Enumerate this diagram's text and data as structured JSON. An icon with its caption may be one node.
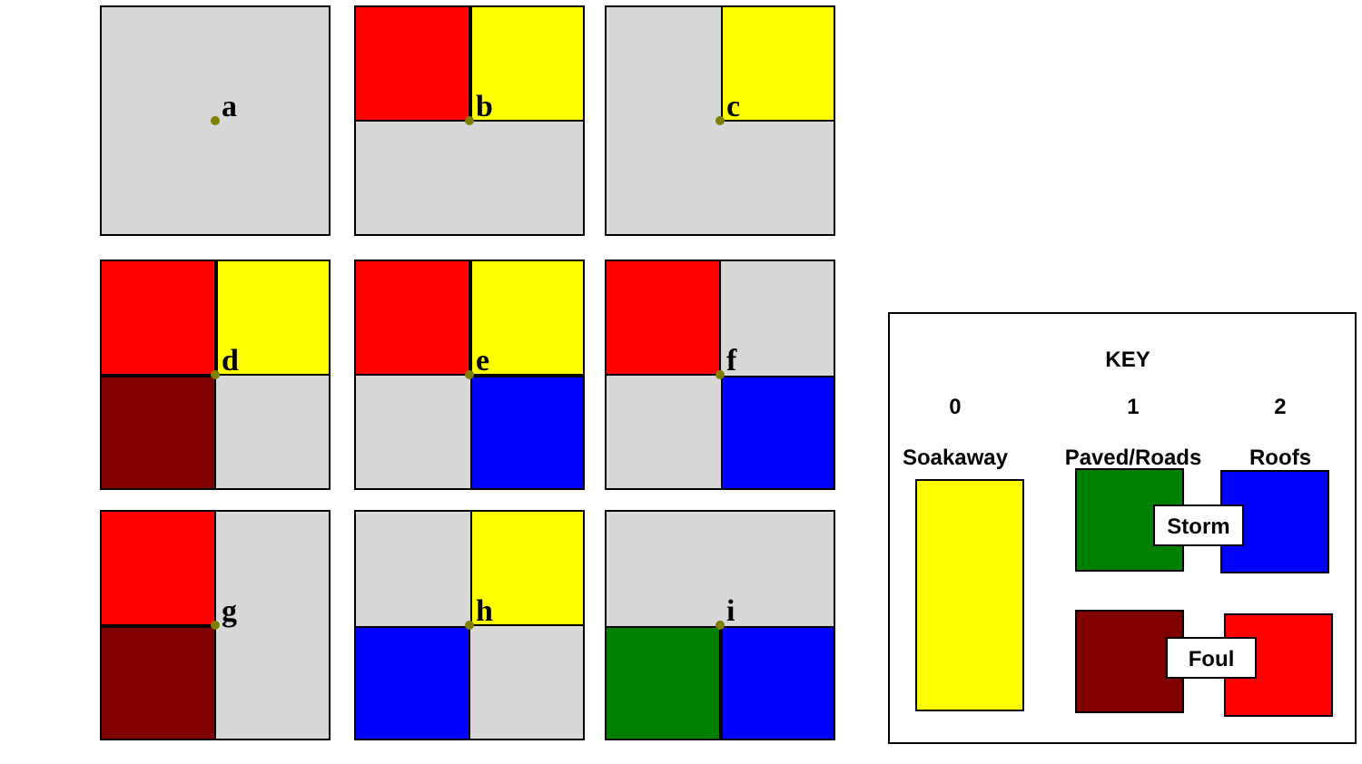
{
  "diagram": {
    "nodes": [
      {
        "text": [
          "a"
        ]
      },
      {
        "text": [
          "b"
        ]
      },
      {
        "text": [
          "c"
        ]
      },
      {
        "text": [
          "d"
        ]
      },
      {
        "text": [
          "e"
        ]
      },
      {
        "text": [
          "f"
        ]
      },
      {
        "text": [
          "g"
        ]
      },
      {
        "text": [
          "h"
        ]
      },
      {
        "text": [
          "i"
        ]
      },
      {
        "text": [
          "KEY"
        ]
      },
      {
        "text": [
          "Storm"
        ],
        "in": 9
      },
      {
        "text": [
          "Foul"
        ],
        "in": 9
      }
    ],
    "labels": [
      "0",
      "1",
      "2",
      "Soakaway",
      "Paved/Roads",
      "Roofs"
    ]
  }
}
